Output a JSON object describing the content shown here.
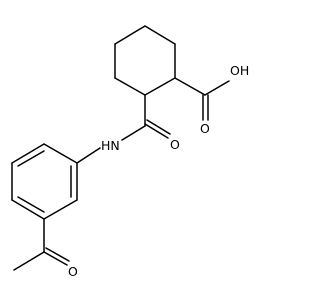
{
  "molecule": {
    "atom_labels": {
      "hydroxyl": "OH",
      "carboxyl_oxygen": "O",
      "amide_oxygen": "O",
      "amide_nitrogen": "HN",
      "acetyl_oxygen": "O"
    }
  },
  "colors": {
    "bond": "#000000",
    "text": "#000000",
    "background": "#ffffff"
  }
}
